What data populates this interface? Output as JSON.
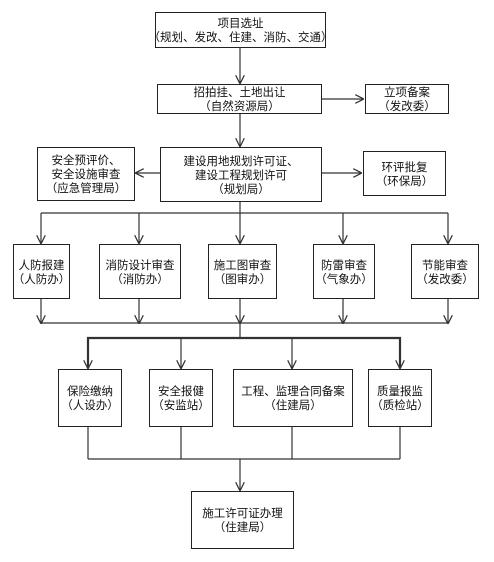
{
  "nodes": {
    "site_selection": {
      "line1": "项目选址",
      "line2": "（规划、发改、住建、消防、交通）"
    },
    "land_transfer": {
      "line1": "招拍挂、土地出让",
      "line2": "（自然资源局）"
    },
    "project_filing": {
      "line1": "立项备案",
      "line2": "（发改委）"
    },
    "safety_review": {
      "line1": "安全预评价、",
      "line2": "安全设施审查",
      "line3": "（应急管理局）"
    },
    "planning_permit": {
      "line1": "建设用地规划许可证、",
      "line2": "建设工程规划许可",
      "line3": "（规划局）"
    },
    "eia_approval": {
      "line1": "环评批复",
      "line2": "（环保局）"
    },
    "civil_defense": {
      "line1": "人防报建",
      "line2": "（人防办）"
    },
    "fire_design": {
      "line1": "消防设计审查",
      "line2": "（消防办）"
    },
    "drawing_review": {
      "line1": "施工图审查",
      "line2": "（图审办）"
    },
    "lightning_review": {
      "line1": "防雷审查",
      "line2": "（气象办）"
    },
    "energy_review": {
      "line1": "节能审查",
      "line2": "（发改委）"
    },
    "insurance": {
      "line1": "保险缴纳",
      "line2": "（人设办）"
    },
    "safety_filing": {
      "line1": "安全报健",
      "line2": "（安监站）"
    },
    "contract_filing": {
      "line1": "工程、监理合同备案",
      "line2": "（住建局）"
    },
    "quality_filing": {
      "line1": "质量报监",
      "line2": "（质检站）"
    },
    "construction_permit": {
      "line1": "施工许可证办理",
      "line2": "（住建局）"
    }
  },
  "colors": {
    "line": "#333333",
    "border": "#222222",
    "background": "#ffffff"
  }
}
